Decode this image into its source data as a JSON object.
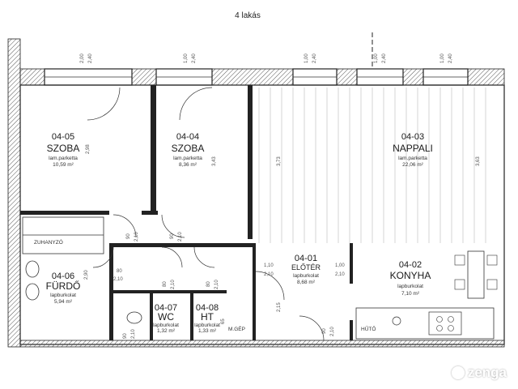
{
  "title": "4 lakás",
  "rooms": [
    {
      "code": "04-05",
      "name": "SZOBA",
      "floor": "lam.parketta",
      "area": "10,59 m²"
    },
    {
      "code": "04-04",
      "name": "SZOBA",
      "floor": "lam.parketta",
      "area": "8,36 m²"
    },
    {
      "code": "04-03",
      "name": "NAPPALI",
      "floor": "lam.parketta",
      "area": "22,06 m²"
    },
    {
      "code": "04-06",
      "name": "FÜRDŐ",
      "floor": "lapburkolat",
      "area": "5,94 m²"
    },
    {
      "code": "04-07",
      "name": "WC",
      "floor": "lapburkolat",
      "area": "1,32 m²"
    },
    {
      "code": "04-08",
      "name": "HT",
      "floor": "lapburkolat",
      "area": "1,33 m²"
    },
    {
      "code": "04-01",
      "name": "ELŐTÉR",
      "floor": "lapburkolat",
      "area": "8,68 m²"
    },
    {
      "code": "04-02",
      "name": "KONYHA",
      "floor": "lapburkolat",
      "area": "7,10 m²"
    }
  ],
  "labels": {
    "shower": "ZUHANYZÓ",
    "fridge": "HŰTŐ",
    "machine": "M.GÉP"
  },
  "dimensions": {
    "window_top": [
      "2,00",
      "2,40",
      "1,00",
      "2,40",
      "1,00",
      "2,40",
      "1,00",
      "2,40",
      "1,00",
      "2,40"
    ],
    "room_heights": [
      "2,98",
      "3,43",
      "3,73",
      "3,63",
      "2,90",
      "2,15"
    ],
    "doors": [
      "90",
      "2,10",
      "90",
      "2,10",
      "80",
      "2,10",
      "80",
      "2,10",
      "80",
      "2,10",
      "1,10",
      "2,10",
      "1,00",
      "2,10",
      "90",
      "2,10",
      "90",
      "2,10",
      "65"
    ]
  },
  "watermark": "zenga"
}
